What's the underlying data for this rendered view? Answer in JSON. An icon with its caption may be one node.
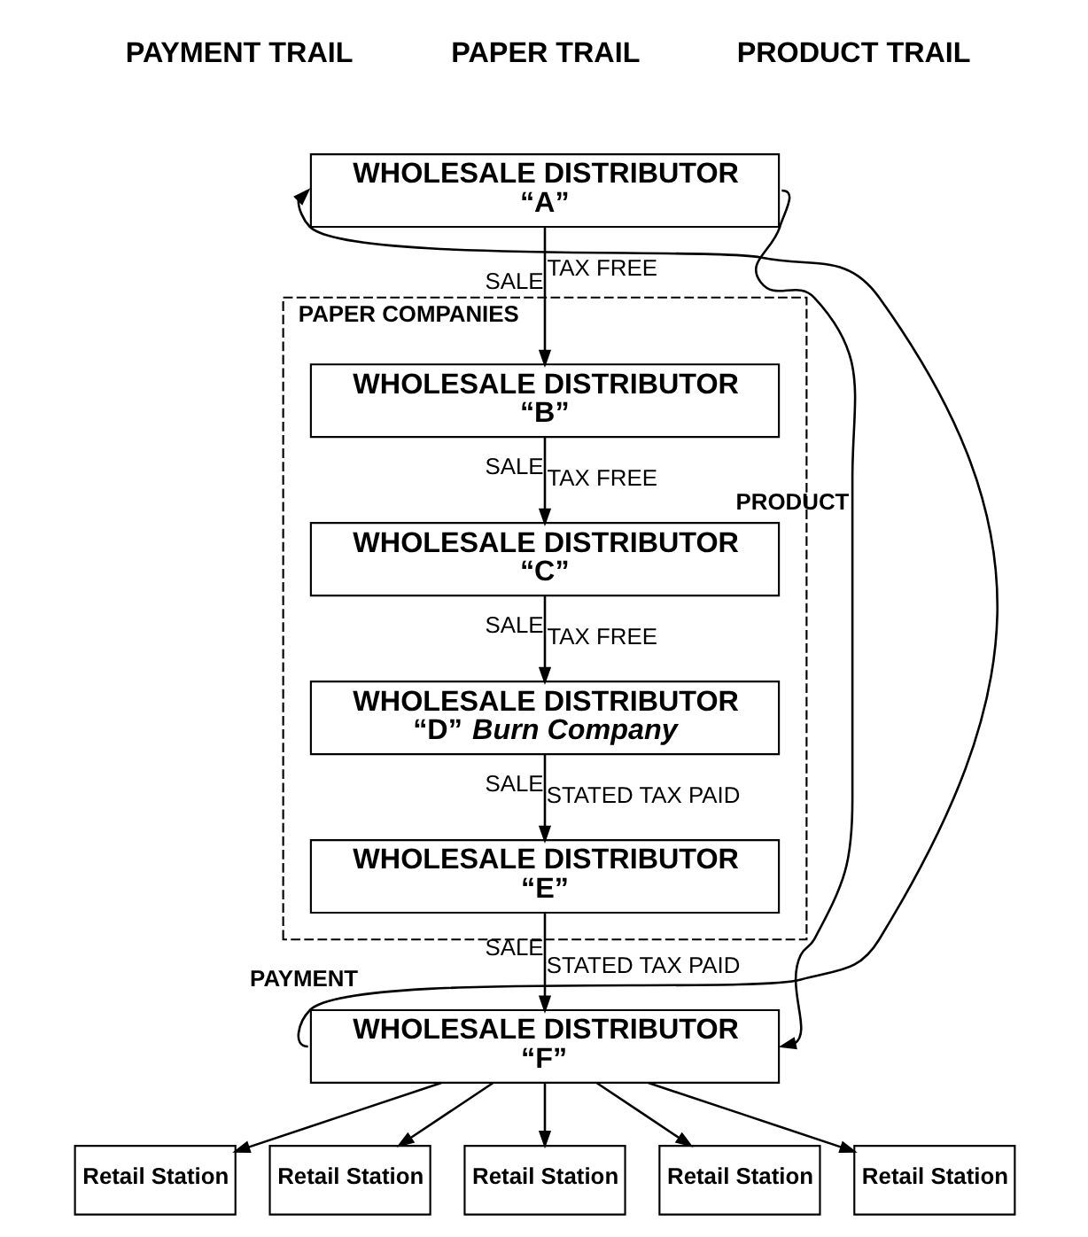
{
  "diagram": {
    "nodes": [
      {
        "text": [
          "WHOLESALE DISTRIBUTOR",
          "“A”"
        ]
      },
      {
        "text": [
          "PAPER COMPANIES"
        ]
      },
      {
        "text": [
          "WHOLESALE DISTRIBUTOR",
          "“B”"
        ],
        "in": 1
      },
      {
        "text": [
          "WHOLESALE DISTRIBUTOR",
          "“C”"
        ],
        "in": 1
      },
      {
        "text": [
          "WHOLESALE DISTRIBUTOR",
          "“D” *Burn Company*"
        ],
        "in": 1
      },
      {
        "text": [
          "WHOLESALE DISTRIBUTOR",
          "“E”"
        ],
        "in": 1
      },
      {
        "text": [
          "WHOLESALE DISTRIBUTOR",
          "“F”"
        ]
      },
      {
        "text": [
          "Retail Station"
        ]
      },
      {
        "text": [
          "Retail Station"
        ]
      },
      {
        "text": [
          "Retail Station"
        ]
      },
      {
        "text": [
          "Retail Station"
        ]
      },
      {
        "text": [
          "Retail Station"
        ]
      }
    ],
    "edges": [
      {
        "from": 0,
        "to": 2,
        "arrow": "to",
        "label": "SALE"
      },
      {
        "from": 2,
        "to": 3,
        "arrow": "to",
        "label": "SALE"
      },
      {
        "from": 3,
        "to": 4,
        "arrow": "to",
        "label": "SALE"
      },
      {
        "from": 4,
        "to": 5,
        "arrow": "to",
        "label": "SALE"
      },
      {
        "from": 5,
        "to": 6,
        "arrow": "to",
        "label": "SALE"
      },
      {
        "from": 6,
        "to": 0,
        "arrow": "to",
        "label": "PAYMENT"
      },
      {
        "from": 0,
        "to": 6,
        "arrow": "to",
        "label": "PRODUCT"
      },
      {
        "from": 6,
        "to": 7,
        "arrow": "to"
      },
      {
        "from": 6,
        "to": 8,
        "arrow": "to"
      },
      {
        "from": 6,
        "to": 9,
        "arrow": "to"
      },
      {
        "from": 6,
        "to": 10,
        "arrow": "to"
      },
      {
        "from": 6,
        "to": 11,
        "arrow": "to"
      }
    ],
    "labels": [
      "PAYMENT TRAIL",
      "PAPER TRAIL",
      "PRODUCT TRAIL",
      "TAX FREE",
      "TAX FREE",
      "TAX FREE",
      "STATED TAX PAID",
      "STATED TAX PAID"
    ]
  }
}
